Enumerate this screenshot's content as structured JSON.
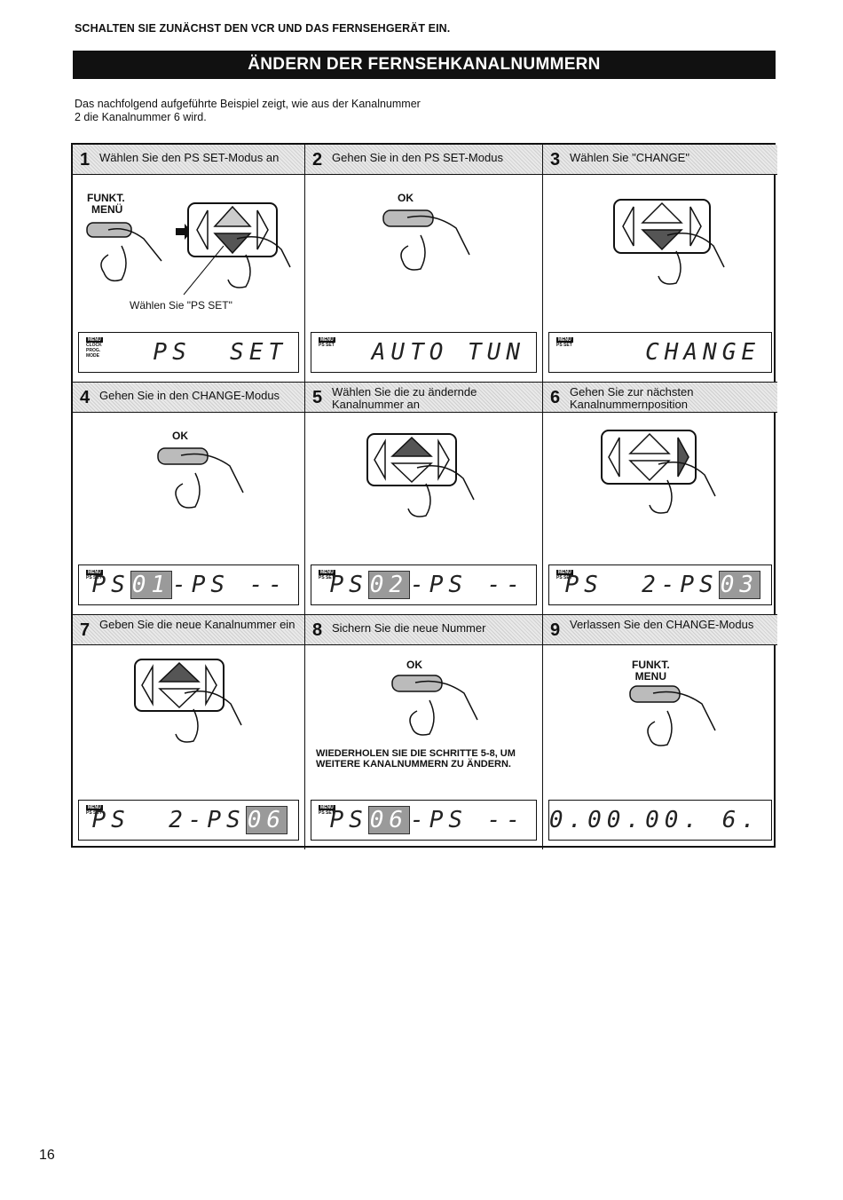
{
  "top_note": "SCHALTEN SIE ZUNÄCHST DEN VCR UND DAS FERNSEHGERÄT EIN.",
  "title": "ÄNDERN DER FERNSEHKANALNUMMERN",
  "intro": "Das nachfolgend aufgeführte Beispiel zeigt, wie aus der Kanalnummer 2 die Kanalnummer 6 wird.",
  "steps": [
    {
      "num": "1",
      "text": "Wählen Sie den PS SET-Modus an",
      "display": "PS  SET",
      "icons": [
        "MENU",
        "CLOCK",
        "PROG.",
        "MODE"
      ]
    },
    {
      "num": "2",
      "text": "Gehen Sie in den PS SET-Modus",
      "display": "AUTO TUN",
      "icons": [
        "MENU",
        "PS SET"
      ]
    },
    {
      "num": "3",
      "text": "Wählen Sie \"CHANGE\"",
      "display": "CHANGE",
      "icons": [
        "MENU",
        "PS SET"
      ]
    },
    {
      "num": "4",
      "text": "Gehen Sie in den CHANGE-Modus",
      "display_pre": "PS",
      "display_hl": "01",
      "display_post": "-PS --",
      "icons": [
        "MENU",
        "PS SET"
      ]
    },
    {
      "num": "5",
      "text": "Wählen Sie die zu ändernde Kanalnummer an",
      "display_pre": "PS",
      "display_hl": "02",
      "display_post": "-PS --",
      "icons": [
        "MENU",
        "PS SET"
      ]
    },
    {
      "num": "6",
      "text": "Gehen Sie zur nächsten Kanalnummernposition",
      "display_pre": "PS  2-PS",
      "display_hl": "03",
      "display_post": "",
      "icons": [
        "MENU",
        "PS SET"
      ]
    },
    {
      "num": "7",
      "text": "Geben Sie die neue Kanalnummer ein",
      "display_pre": "PS  2-PS",
      "display_hl": "06",
      "display_post": "",
      "icons": [
        "MENU",
        "PS SET"
      ]
    },
    {
      "num": "8",
      "text": "Sichern Sie die neue Nummer",
      "display_pre": "PS",
      "display_hl": "06",
      "display_post": "-PS --",
      "icons": [
        "MENU",
        "PS SET"
      ]
    },
    {
      "num": "9",
      "text": "Verlassen Sie den CHANGE-Modus",
      "display": "0.00.00. 6.",
      "icons": []
    }
  ],
  "labels": {
    "funkt_menu_1": "FUNKT.",
    "funkt_menu_2": "MENÜ",
    "ok": "OK",
    "funkt_menu_9a": "FUNKT.",
    "funkt_menu_9b": "MENU",
    "select_ps_set": "Wählen Sie \"PS SET\""
  },
  "repeat_note": "WIEDERHOLEN SIE DIE SCHRITTE 5-8, UM WEITERE KANALNUMMERN ZU ÄNDERN.",
  "page_number": "16"
}
